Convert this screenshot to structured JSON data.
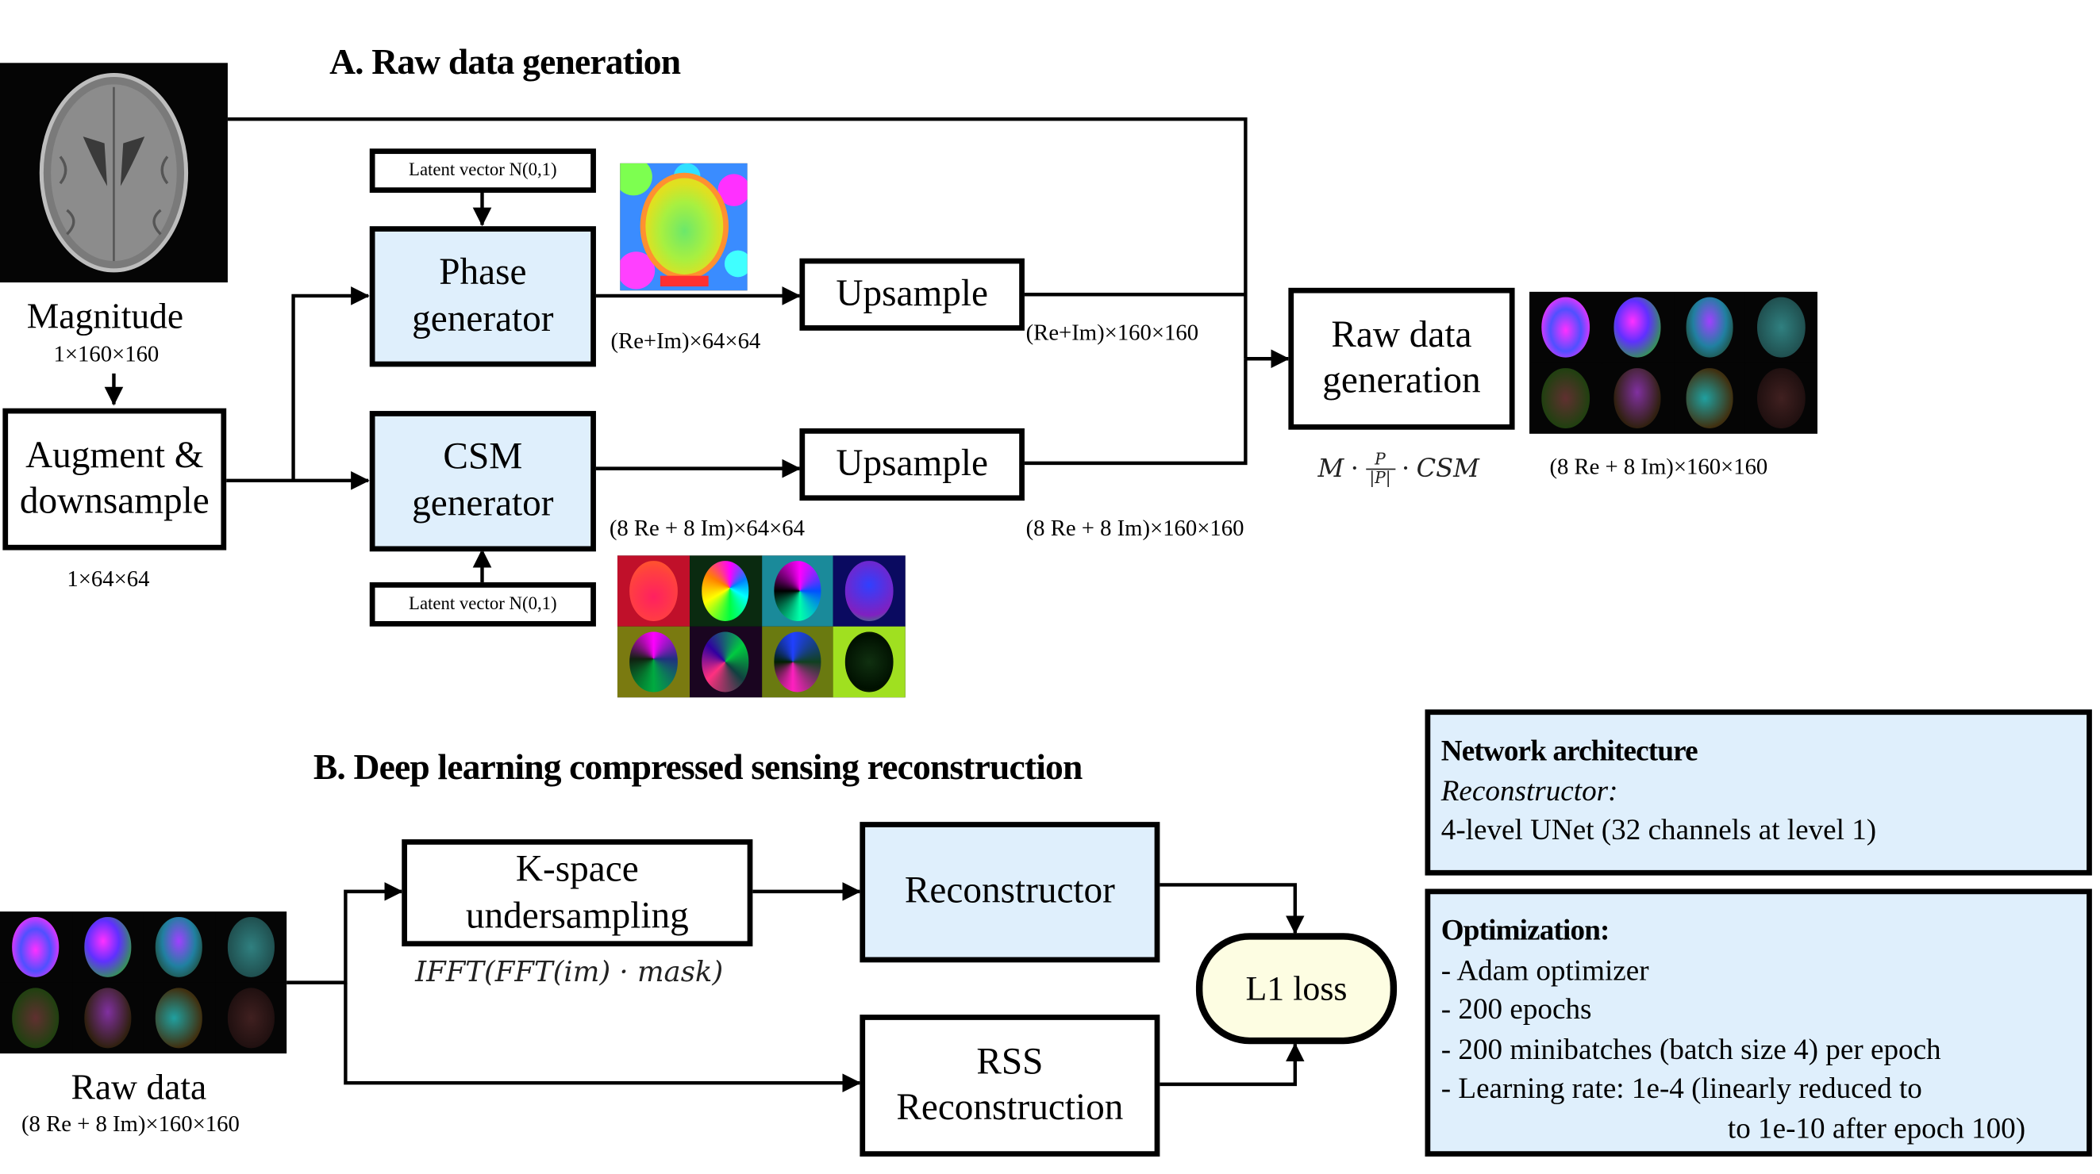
{
  "section_a": {
    "title": "A. Raw data generation",
    "magnitude": {
      "label": "Magnitude",
      "shape": "1×160×160"
    },
    "augment_box": {
      "line1": "Augment &",
      "line2": "downsample"
    },
    "augment_shape": "1×64×64",
    "latent_top": "Latent vector N(0,1)",
    "latent_bottom": "Latent vector N(0,1)",
    "phase_generator": {
      "line1": "Phase",
      "line2": "generator"
    },
    "csm_generator": {
      "line1": "CSM",
      "line2": "generator"
    },
    "phase_shape": "(Re+Im)×64×64",
    "csm_shape": "(8 Re + 8 Im)×64×64",
    "upsample_top": "Upsample",
    "upsample_bottom": "Upsample",
    "upsample_top_shape": "(Re+Im)×160×160",
    "upsample_bottom_shape": "(8 Re + 8 Im)×160×160",
    "raw_gen_box": {
      "line1": "Raw data",
      "line2": "generation"
    },
    "formula": {
      "m": "M",
      "num": "P",
      "den": "|P|",
      "csm": "CSM"
    },
    "raw_output_shape": "(8 Re + 8 Im)×160×160"
  },
  "section_b": {
    "title": "B. Deep learning compressed sensing reconstruction",
    "raw_data": {
      "label": "Raw data",
      "shape": "(8 Re + 8 Im)×160×160"
    },
    "kspace_box": {
      "line1": "K-space",
      "line2": "undersampling"
    },
    "kspace_formula": "IFFT(FFT(im) · mask)",
    "reconstructor_box": "Reconstructor",
    "rss_box": {
      "line1": "RSS",
      "line2": "Reconstruction"
    },
    "loss_box": "L1 loss"
  },
  "panels": {
    "architecture": {
      "heading": "Network architecture",
      "subheading": "Reconstructor:",
      "line": "4-level UNet (32 channels at level 1)"
    },
    "optimization": {
      "heading": "Optimization:",
      "items": [
        "- Adam optimizer",
        "- 200 epochs",
        "- 200 minibatches (batch size 4) per epoch",
        "- Learning rate: 1e-4 (linearly reduced to"
      ],
      "continuation": "to 1e-10 after epoch 100)"
    }
  },
  "colors": {
    "generator_fill": "#dfeffc",
    "loss_fill": "#fdfde2",
    "stroke": "#000000"
  }
}
